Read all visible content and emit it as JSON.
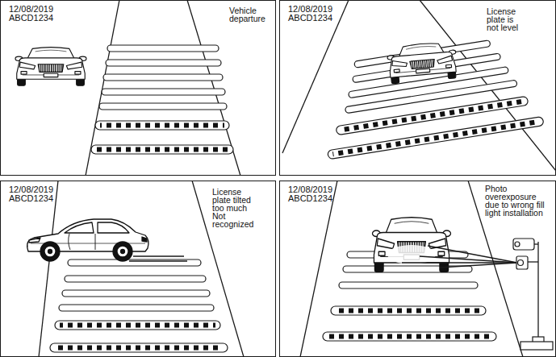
{
  "diagram": {
    "nodes": [
      {
        "text": [
          "12/08/2019",
          "ABCD1234",
          "Vehicle departure"
        ]
      },
      {
        "text": [
          "12/08/2019",
          "ABCD1234",
          "License plate is not level"
        ]
      },
      {
        "text": [
          "12/08/2019",
          "ABCD1234",
          "License plate tilted too much Not recognized"
        ]
      },
      {
        "text": [
          "12/08/2019",
          "ABCD1234",
          "Photo overexposure due to wrong fill light installation"
        ]
      }
    ]
  }
}
